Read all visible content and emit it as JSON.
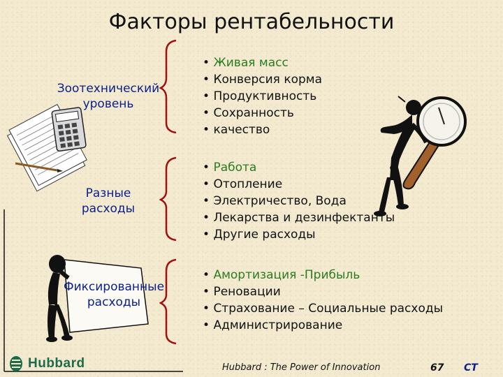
{
  "slide": {
    "title": "Факторы рентабельности",
    "categories": [
      {
        "lines": [
          "Зоотехнический",
          "уровень"
        ]
      },
      {
        "lines": [
          "Разные",
          "расходы"
        ]
      },
      {
        "lines": [
          "Фиксированные",
          "расходы"
        ]
      }
    ],
    "lists": [
      {
        "items": [
          "Живая масс",
          "Конверсия корма",
          "Продуктивность",
          "Сохранность",
          "качество"
        ]
      },
      {
        "items": [
          "Работа",
          "Отопление",
          "Электричество, Вода",
          "Лекарства и дезинфектанты",
          "Другие расходы"
        ]
      },
      {
        "items": [
          "Амортизация -Прибыль",
          "Реновации",
          "Страхование – Социальные расходы",
          "Администрирование"
        ]
      }
    ],
    "footer": {
      "logo_text": "Hubbard",
      "tagline": "Hubbard : The Power of Innovation",
      "page_number": "67",
      "initials": "CT"
    },
    "colors": {
      "background": "#f3ead0",
      "category_text": "#0a1f8a",
      "accent_item": "#2a7d1e",
      "brace": "#a01010"
    },
    "icons": [
      "calculator-and-papers-icon",
      "magnifier-figure-icon",
      "sign-holding-figure-icon",
      "hubbard-logo-icon"
    ]
  }
}
